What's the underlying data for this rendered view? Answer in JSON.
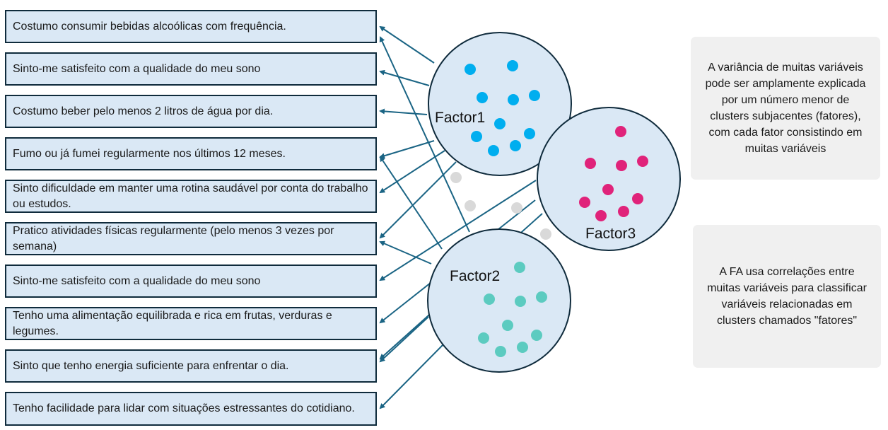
{
  "variables": [
    {
      "text": "Costumo consumir bebidas alcoólicas com frequência."
    },
    {
      "text": "Sinto-me satisfeito com a qualidade do meu sono"
    },
    {
      "text": "Costumo beber pelo menos 2 litros de água por dia."
    },
    {
      "text": "Fumo ou já fumei regularmente nos últimos 12 meses."
    },
    {
      "text": "Sinto dificuldade em manter uma rotina saudável por conta do trabalho ou estudos."
    },
    {
      "text": "Pratico atividades físicas regularmente (pelo menos 3 vezes por semana)"
    },
    {
      "text": "Sinto-me satisfeito com a qualidade do meu sono"
    },
    {
      "text": "Tenho uma alimentação equilibrada e rica em frutas, verduras e legumes."
    },
    {
      "text": "Sinto que tenho energia suficiente para enfrentar o dia."
    },
    {
      "text": "Tenho facilidade para lidar com situações estressantes do cotidiano."
    }
  ],
  "factors": [
    {
      "label": "Factor1",
      "dot_color": "#00aeef",
      "dot_count": 11
    },
    {
      "label": "Factor2",
      "dot_color": "#5ccbc0",
      "dot_count": 9
    },
    {
      "label": "Factor3",
      "dot_color": "#e0237a",
      "dot_count": 9
    }
  ],
  "colors": {
    "circle_fill": "#dae8f5",
    "circle_stroke": "#0f2b3c",
    "arrow": "#1a6484",
    "unassigned_dot": "#d9d9d9",
    "note_bg": "#f0f0f0"
  },
  "notes": [
    {
      "text": "A variância de muitas variáveis pode ser amplamente explicada por um número menor de clusters subjacentes (fatores), com cada fator consistindo em muitas variáveis"
    },
    {
      "text": "A FA usa correlações entre muitas variáveis para classificar variáveis relacionadas em clusters chamados \"fatores\""
    }
  ]
}
